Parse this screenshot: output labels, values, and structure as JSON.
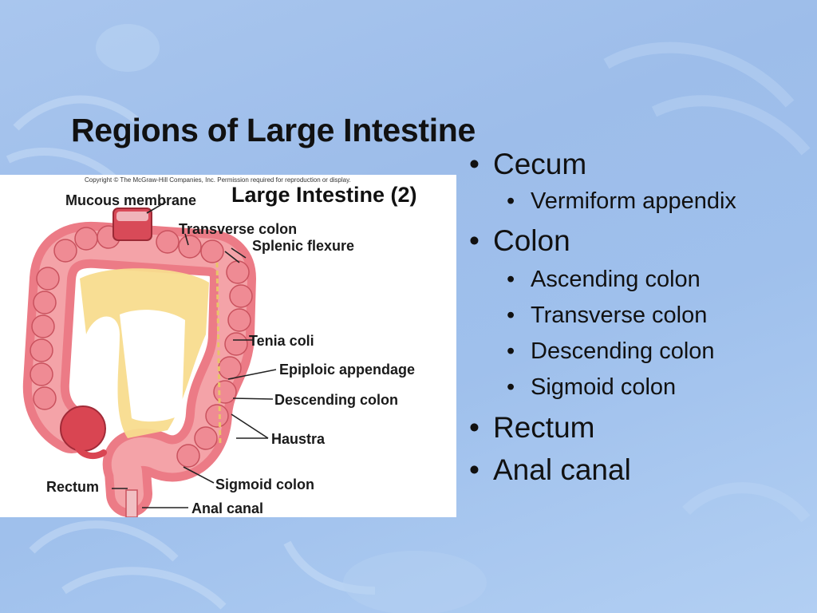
{
  "slide": {
    "title": "Regions of Large Intestine"
  },
  "figure": {
    "copyright": "Copyright © The McGraw-Hill Companies, Inc. Permission required for reproduction or display.",
    "title": "Large Intestine (2)",
    "labels": {
      "mucous_membrane": "Mucous membrane",
      "transverse_colon": "Transverse colon",
      "splenic_flexure": "Splenic flexure",
      "tenia_coli": "Tenia coli",
      "epiploic_appendage": "Epiploic appendage",
      "descending_colon": "Descending colon",
      "haustra": "Haustra",
      "rectum": "Rectum",
      "sigmoid_colon": "Sigmoid colon",
      "anal_canal": "Anal canal"
    }
  },
  "bullets": {
    "cecum": "Cecum",
    "vermiform_appendix": "Vermiform appendix",
    "colon": "Colon",
    "ascending_colon": "Ascending colon",
    "transverse_colon": "Transverse colon",
    "descending_colon": "Descending colon",
    "sigmoid_colon": "Sigmoid colon",
    "rectum": "Rectum",
    "anal_canal": "Anal canal",
    "marker": "•"
  },
  "colors": {
    "background": "#a9c6ee",
    "colon_outer": "#ec7b86",
    "colon_inner": "#f7d37c",
    "text": "#111111"
  }
}
